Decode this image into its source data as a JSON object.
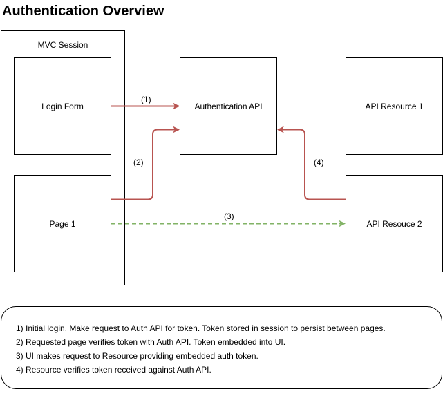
{
  "title": "Authentication Overview",
  "nodes": {
    "mvc_session": "MVC Session",
    "login_form": "Login Form",
    "page_1": "Page 1",
    "auth_api": "Authentication API",
    "api_resource_1": "API Resource 1",
    "api_resource_2": "API Resouce 2"
  },
  "edges": [
    {
      "label": "(1)",
      "from": "Login Form",
      "to": "Authentication API",
      "style": "solid",
      "color": "#b85450"
    },
    {
      "label": "(2)",
      "from": "Page 1",
      "to": "Authentication API",
      "style": "solid",
      "color": "#b85450"
    },
    {
      "label": "(3)",
      "from": "Page 1",
      "to": "API Resouce 2",
      "style": "dashed",
      "color": "#82b366"
    },
    {
      "label": "(4)",
      "from": "API Resouce 2",
      "to": "Authentication API",
      "style": "solid",
      "color": "#b85450"
    }
  ],
  "legend": [
    "1) Initial login. Make request to Auth API for token. Token stored in session to persist between pages.",
    "2) Requested page verifies token with Auth API. Token embedded into UI.",
    "3) UI makes request to Resource providing embedded auth token.",
    "4) Resource verifies token received against Auth API."
  ]
}
